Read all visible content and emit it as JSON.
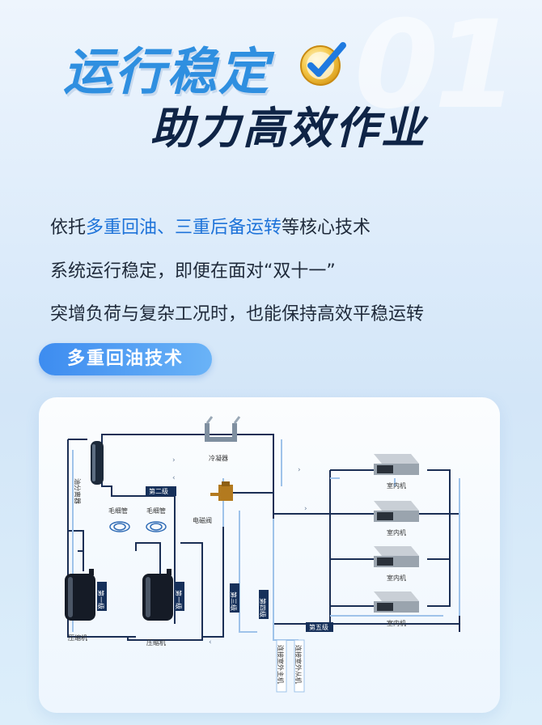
{
  "header": {
    "big_number": "01",
    "title_line1": "运行稳定",
    "title_line2": "助力高效作业"
  },
  "description": {
    "line1_prefix": "依托",
    "line1_highlight": "多重回油、三重后备运转",
    "line1_suffix": "等核心技术",
    "line2": "系统运行稳定，即便在面对“双十一”",
    "line3": "突增负荷与复杂工况时，也能保持高效平稳运转"
  },
  "section_pill": "多重回油技术",
  "colors": {
    "accent": "#2f8fe0",
    "highlight_text": "#1e73d9",
    "dark_title": "#0f2446",
    "pipe": "#1b2f55",
    "pipe_light": "#9fc3ea",
    "label_bg": "#16305a"
  },
  "diagram": {
    "condenser": "冷凝器",
    "oil_separator": "油分离器",
    "stage2": "第二级",
    "capillary_a": "毛细管",
    "capillary_b": "毛细管",
    "solenoid_valve": "电磁阀",
    "stage1_a": "第一级",
    "stage1_b": "第一级",
    "compressor": "压缩机",
    "stage3": "第三级",
    "stage4": "第四级",
    "stage5": "第五级",
    "indoor_units": [
      "室内机",
      "室内机",
      "室内机",
      "室内机"
    ],
    "connect_master": "连接室外主机",
    "connect_slave": "连接室外从机"
  }
}
